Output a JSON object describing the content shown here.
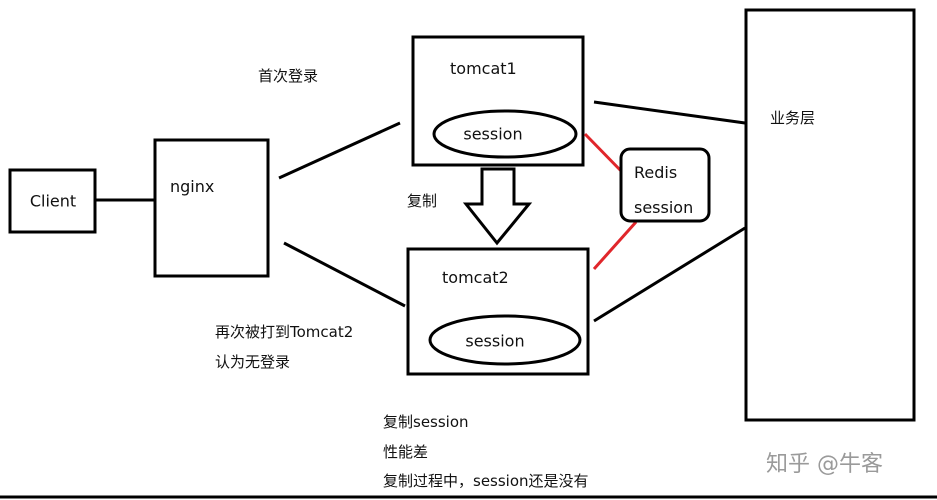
{
  "nodes": {
    "client": "Client",
    "nginx": "nginx",
    "tomcat1": "tomcat1",
    "tomcat2": "tomcat2",
    "session1": "session",
    "session2": "session",
    "redis_line1": "Redis",
    "redis_line2": "session",
    "business": "业务层"
  },
  "labels": {
    "first_login": "首次登录",
    "copy": "复制",
    "retry_line1": "再次被打到Tomcat2",
    "retry_line2": "认为无登录"
  },
  "notes": [
    "复制session",
    "性能差",
    "复制过程中，session还是没有"
  ],
  "watermark": "知乎 @牛客",
  "colors": {
    "stroke": "#000000",
    "redis_link": "#e0262b",
    "watermark": "#9a9a9a"
  }
}
